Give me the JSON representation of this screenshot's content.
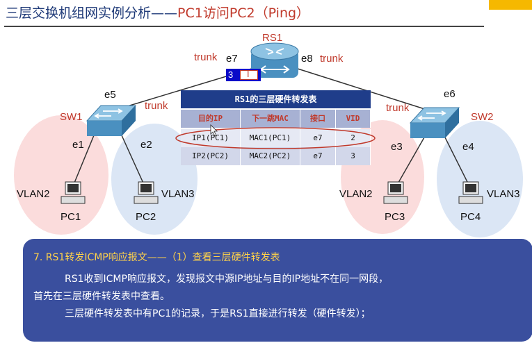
{
  "header": {
    "title": "三层交换机组网实例分析——",
    "subtitle": "PC1访问PC2（Ping）"
  },
  "diagram": {
    "router": {
      "name": "RS1",
      "port_left": "e7",
      "port_right": "e8",
      "trunk_left": "trunk",
      "trunk_right": "trunk"
    },
    "vlan_tag": {
      "number": "3",
      "marker": "I"
    },
    "switch_left": {
      "name": "SW1",
      "uplink_port": "e5",
      "trunk": "trunk",
      "port_a": "e1",
      "port_b": "e2"
    },
    "switch_right": {
      "name": "SW2",
      "uplink_port": "e6",
      "trunk": "trunk",
      "port_a": "e3",
      "port_b": "e4"
    },
    "pcs": [
      {
        "name": "PC1",
        "vlan": "VLAN2"
      },
      {
        "name": "PC2",
        "vlan": "VLAN3"
      },
      {
        "name": "PC3",
        "vlan": "VLAN2"
      },
      {
        "name": "PC4",
        "vlan": "VLAN3"
      }
    ],
    "colors": {
      "vlan2": "#fbdcdc",
      "vlan3": "#dbe6f5",
      "link": "#333333",
      "highlight": "#c0392b"
    }
  },
  "table": {
    "title": "RS1的三层硬件转发表",
    "headers": [
      "目的IP",
      "下一跳MAC",
      "接口",
      "VID"
    ],
    "rows": [
      [
        "IP1(PC1)",
        "MAC1(PC1)",
        "e7",
        "2"
      ],
      [
        "IP2(PC2)",
        "MAC2(PC2)",
        "e7",
        "3"
      ]
    ]
  },
  "panel": {
    "title": "7. RS1转发ICMP响应报文——（1）查看三层硬件转发表",
    "line1": "RS1收到ICMP响应报文，发现报文中源IP地址与目的IP地址不在同一网段，",
    "line2": "首先在三层硬件转发表中查看。",
    "line3": "三层硬件转发表中有PC1的记录，于是RS1直接进行转发（硬件转发）；"
  }
}
